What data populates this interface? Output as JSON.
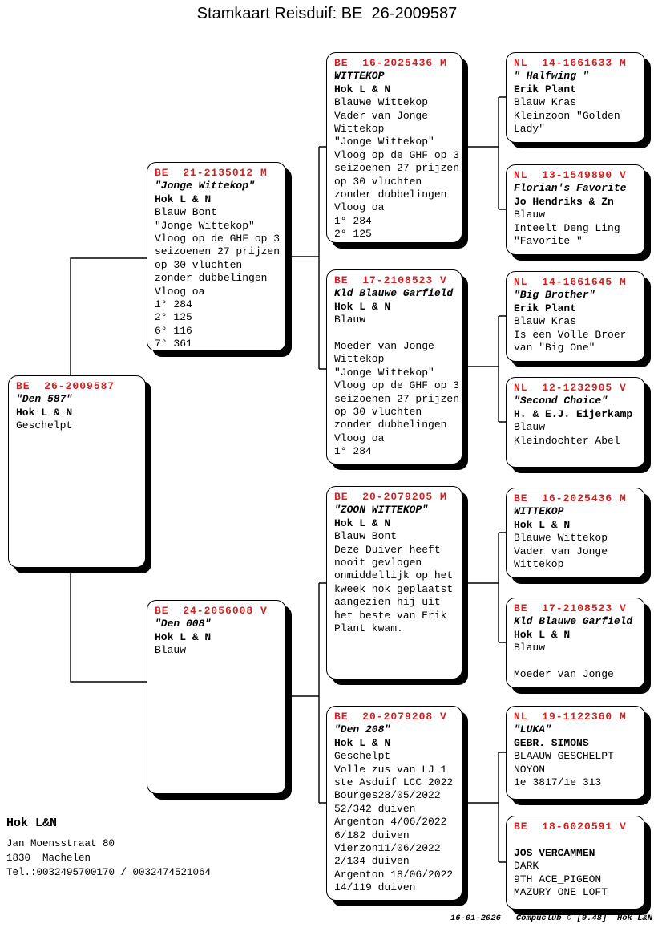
{
  "title": "Stamkaart Reisduif: BE  26-2009587",
  "colors": {
    "ring_red": "#cc2222",
    "line_black": "#000000"
  },
  "boxes": {
    "subject": {
      "header": "BE  26-2009587",
      "name": "\"Den 587\"",
      "owner": "Hok L & N",
      "lines": [
        "Geschelpt"
      ]
    },
    "sire": {
      "header": "BE  21-2135012 M",
      "name": "\"Jonge Wittekop\"",
      "owner": "Hok L & N",
      "lines": [
        "Blauw Bont",
        "\"Jonge Wittekop\"",
        "Vloog op de GHF op 3",
        "seizoenen 27 prijzen",
        "op 30 vluchten",
        "zonder dubbelingen",
        "Vloog oa",
        "1° 284",
        "2° 125",
        "6° 116",
        "7° 361"
      ]
    },
    "dam": {
      "header": "BE  24-2056008 V",
      "name": "\"Den 008\"",
      "owner": "Hok L & N",
      "lines": [
        "Blauw"
      ]
    },
    "sire_sire": {
      "header": "BE  16-2025436 M",
      "name": "WITTEKOP",
      "owner": "Hok L & N",
      "lines": [
        "Blauwe Wittekop",
        "Vader van Jonge",
        "Wittekop",
        "\"Jonge Wittekop\"",
        "Vloog op de GHF op 3",
        "seizoenen 27 prijzen",
        "op 30 vluchten",
        "zonder dubbelingen",
        "Vloog oa",
        "1° 284",
        "2° 125"
      ]
    },
    "sire_dam": {
      "header": "BE  17-2108523 V",
      "name": "Kld Blauwe Garfield",
      "owner": "Hok L & N",
      "lines": [
        "Blauw",
        "",
        "Moeder van Jonge",
        "Wittekop",
        "\"Jonge Wittekop\"",
        "Vloog op de GHF op 3",
        "seizoenen 27 prijzen",
        "op 30 vluchten",
        "zonder dubbelingen",
        "Vloog oa",
        "1° 284"
      ]
    },
    "dam_sire": {
      "header": "BE  20-2079205 M",
      "name": "\"ZOON WITTEKOP\"",
      "owner": "Hok L & N",
      "lines": [
        "Blauw Bont",
        "Deze Duiver heeft",
        "nooit gevlogen",
        "onmiddellijk op het",
        "kweek hok geplaatst",
        "aangezien hij uit",
        "het beste van Erik",
        "Plant kwam."
      ]
    },
    "dam_dam": {
      "header": "BE  20-2079208 V",
      "name": "\"Den 208\"",
      "owner": "Hok L & N",
      "lines": [
        "Geschelpt",
        "Volle zus van LJ 1",
        "ste Asduif LCC 2022",
        "Bourges28/05/2022",
        "52/342 duiven",
        "Argenton 4/06/2022",
        "6/182 duiven",
        "Vierzon11/06/2022",
        "2/134 duiven",
        "Argenton 18/06/2022",
        "14/119 duiven"
      ]
    },
    "sire_sire_sire": {
      "header": "NL  14-1661633 M",
      "name": "\" Halfwing \"",
      "owner": "Erik Plant",
      "lines": [
        "Blauw Kras",
        "Kleinzoon \"Golden",
        "Lady\""
      ]
    },
    "sire_sire_dam": {
      "header": "NL  13-1549890 V",
      "name": "Florian's Favorite",
      "owner": "Jo Hendriks & Zn",
      "lines": [
        "Blauw",
        "Inteelt Deng Ling",
        "\"Favorite \""
      ]
    },
    "sire_dam_sire": {
      "header": "NL  14-1661645 M",
      "name": "\"Big Brother\"",
      "owner": "Erik Plant",
      "lines": [
        "Blauw Kras",
        "Is een Volle Broer",
        "van \"Big One\""
      ]
    },
    "sire_dam_dam": {
      "header": "NL  12-1232905 V",
      "name": "\"Second Choice\"",
      "owner": "H. & E.J. Eijerkamp",
      "lines": [
        "Blauw",
        "Kleindochter Abel"
      ]
    },
    "dam_sire_sire": {
      "header": "BE  16-2025436 M",
      "name": "WITTEKOP",
      "owner": "Hok L & N",
      "lines": [
        "Blauwe Wittekop",
        "Vader van Jonge",
        "Wittekop"
      ]
    },
    "dam_sire_dam": {
      "header": "BE  17-2108523 V",
      "name": "Kld Blauwe Garfield",
      "owner": "Hok L & N",
      "lines": [
        "Blauw",
        "",
        "Moeder van Jonge"
      ]
    },
    "dam_dam_sire": {
      "header": "NL  19-1122360 M",
      "name": "\"LUKA\"",
      "owner": "GEBR. SIMONS",
      "lines": [
        "BLAAUW GESCHELPT",
        "NOYON",
        "1e 3817/1e 313"
      ]
    },
    "dam_dam_dam": {
      "header": "BE  18-6020591 V",
      "name": "",
      "owner": "JOS VERCAMMEN",
      "lines": [
        "DARK",
        "9TH ACE_PIGEON",
        "MAZURY ONE LOFT"
      ]
    }
  },
  "breeder": {
    "name": "Hok L&N",
    "address_lines": [
      "Jan Moensstraat 80",
      "1830  Machelen",
      "Tel.:0032495700170 / 0032474521064"
    ]
  },
  "footer": {
    "text": "16-01-2026   Compuclub © [9.48]  Hok L&N"
  }
}
